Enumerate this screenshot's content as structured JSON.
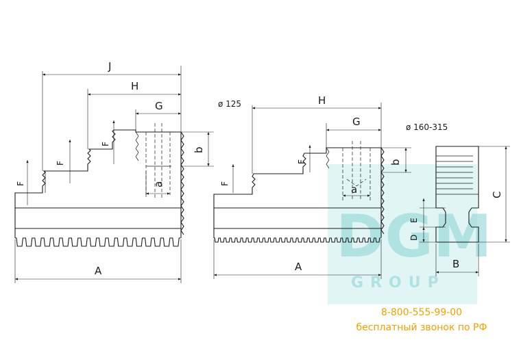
{
  "left_view": {
    "dims": {
      "J": "J",
      "H": "H",
      "G": "G",
      "b": "b",
      "a": "a",
      "A": "A",
      "F": "F"
    }
  },
  "right_view": {
    "diameter_main": "ø 125",
    "diameter_alt": "ø 160-315",
    "dims": {
      "H": "H",
      "G": "G",
      "b": "b",
      "a": "a",
      "A": "A",
      "F": "F",
      "C": "C",
      "B": "B",
      "D": "D",
      "E": "E"
    }
  },
  "watermark": {
    "logo": "DGM",
    "sub": "GROUP"
  },
  "contact": {
    "phone": "8-800-555-99-00",
    "note": "бесплатный звонок по РФ"
  },
  "colors": {
    "watermark": "#8fd7d5",
    "contact": "#f0a000",
    "ink": "#1a1a1a"
  }
}
